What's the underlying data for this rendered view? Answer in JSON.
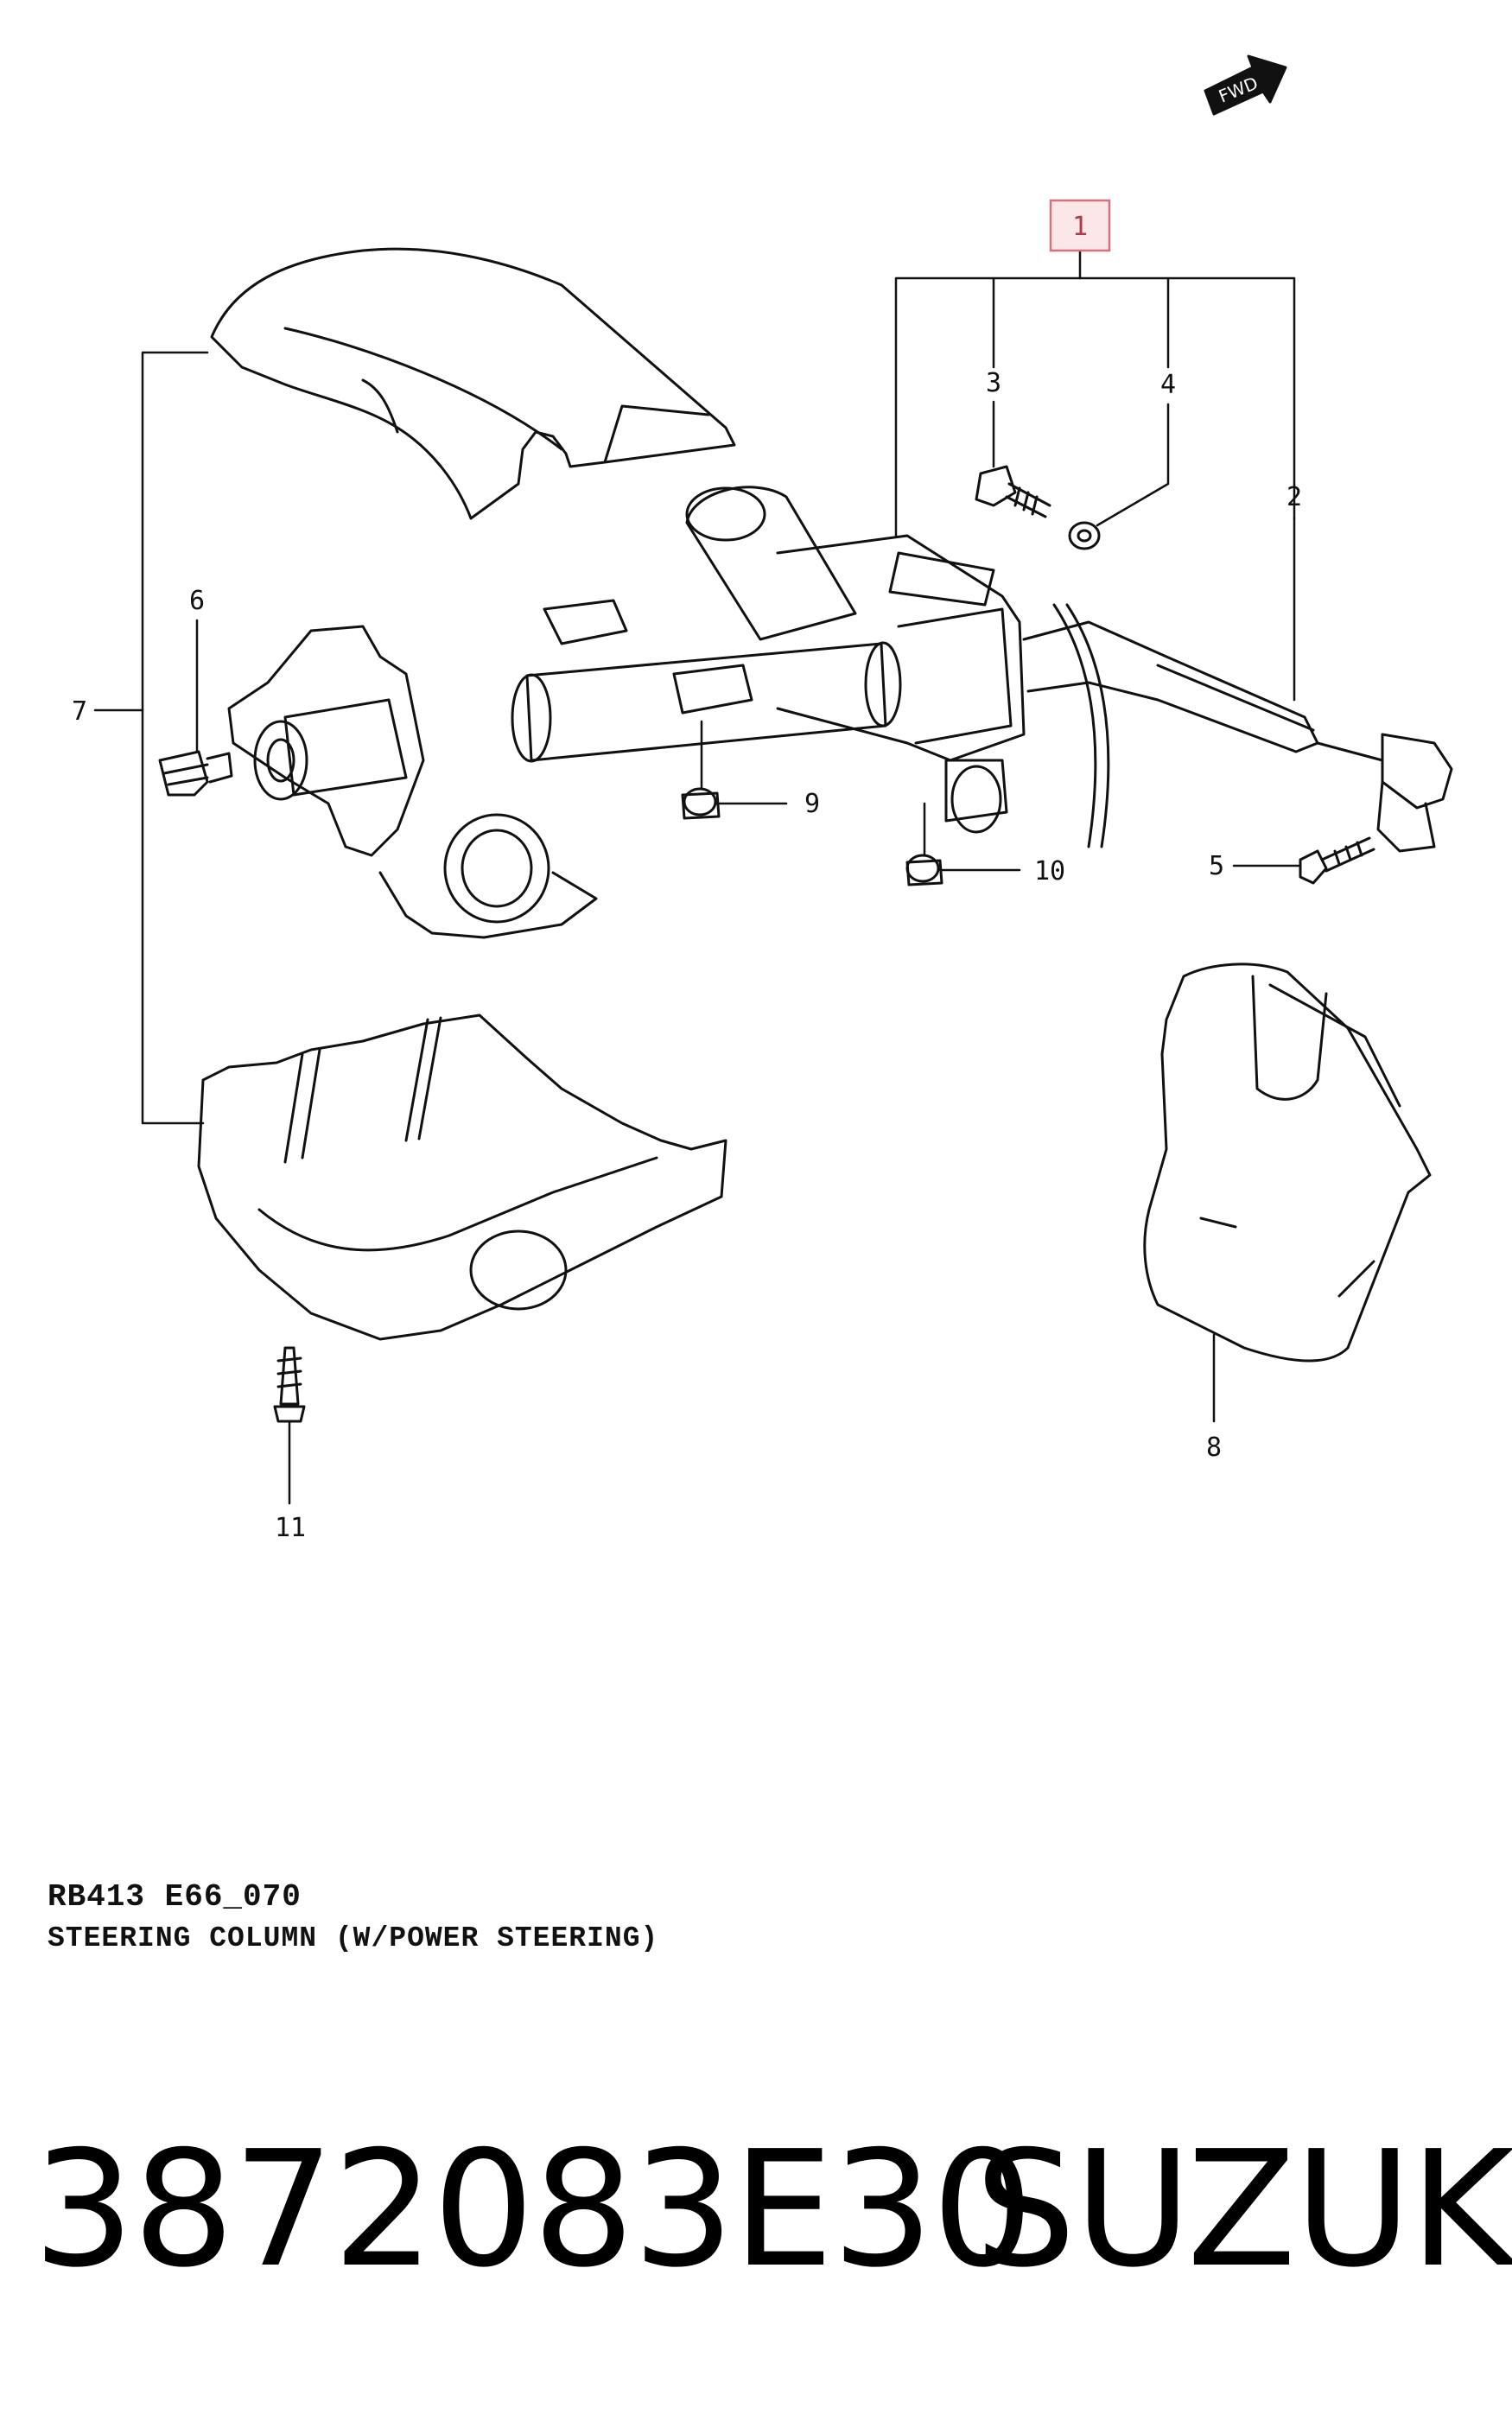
{
  "direction_badge": "FWD",
  "highlighted_callout": "1",
  "callouts": {
    "c1": "1",
    "c2": "2",
    "c3": "3",
    "c4": "4",
    "c5": "5",
    "c6": "6",
    "c7": "7",
    "c8": "8",
    "c9": "9",
    "c10": "10",
    "c11": "11"
  },
  "caption": {
    "code": "RB413 E66_070",
    "title": "STEERING COLUMN (W/POWER STEERING)"
  },
  "part_number": "3872083E30",
  "brand": "SUZUKI",
  "colors": {
    "line": "#111111",
    "highlight_border": "#d9707a",
    "highlight_fill": "#fbe6e8"
  }
}
